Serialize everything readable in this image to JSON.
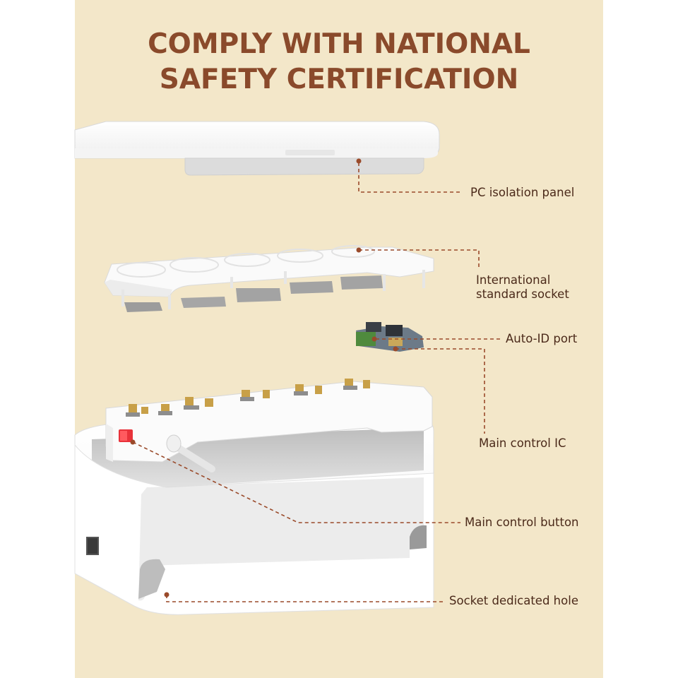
{
  "title": {
    "line1": "COMPLY WITH NATIONAL",
    "line2": "SAFETY CERTIFICATION"
  },
  "callouts": {
    "pc_isolation_panel": "PC isolation panel",
    "international_socket_line1": "International",
    "international_socket_line2": "standard socket",
    "auto_id_port": "Auto-ID port",
    "main_control_ic": "Main control IC",
    "main_control_button": "Main control button",
    "socket_dedicated_hole": "Socket dedicated hole"
  },
  "colors": {
    "background": "#f3e7c9",
    "title": "#8a4a2b",
    "leader_line": "#9a4a2a",
    "label_text": "#4b2a1a"
  }
}
